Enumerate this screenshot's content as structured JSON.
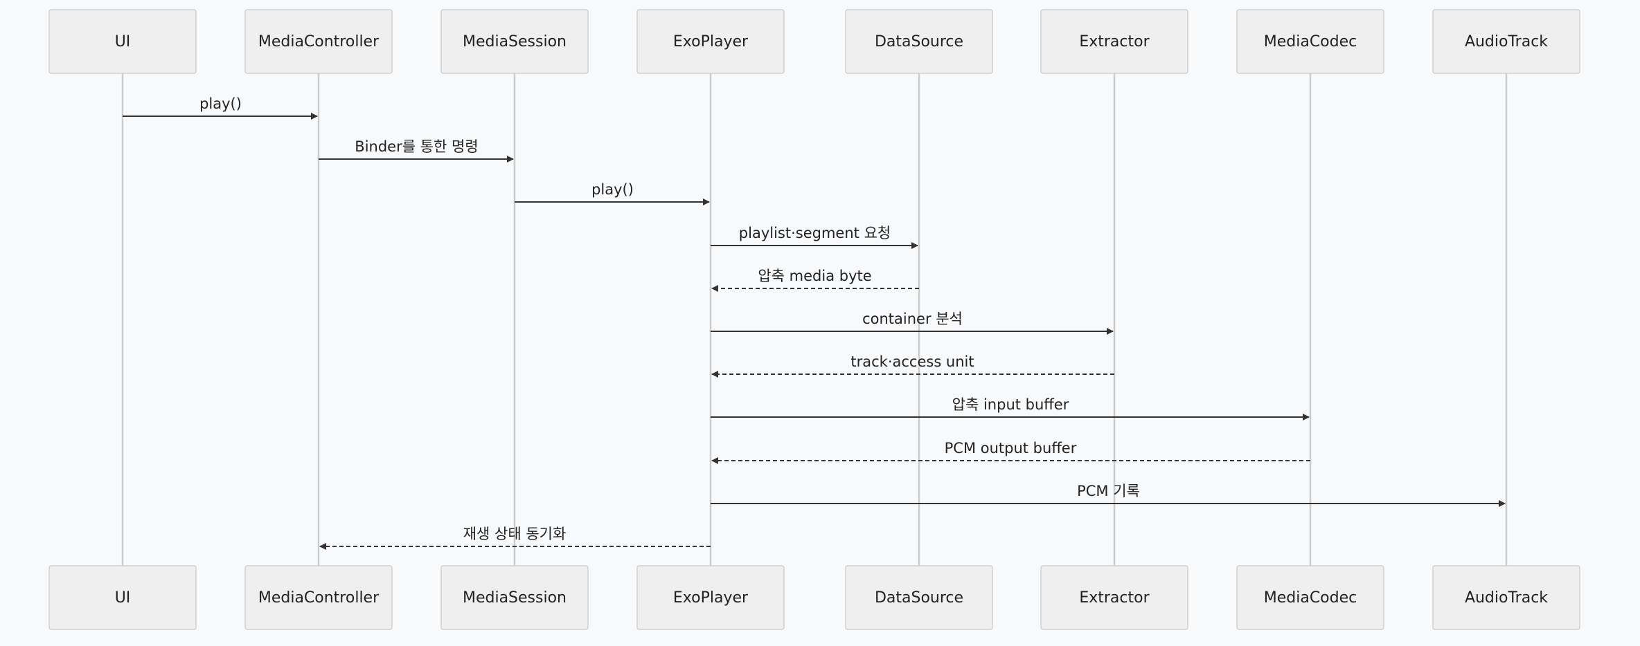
{
  "actors": [
    {
      "id": "ui",
      "label": "UI"
    },
    {
      "id": "controller",
      "label": "MediaController"
    },
    {
      "id": "session",
      "label": "MediaSession"
    },
    {
      "id": "exoplayer",
      "label": "ExoPlayer"
    },
    {
      "id": "datasource",
      "label": "DataSource"
    },
    {
      "id": "extractor",
      "label": "Extractor"
    },
    {
      "id": "codec",
      "label": "MediaCodec"
    },
    {
      "id": "audiotrack",
      "label": "AudioTrack"
    }
  ],
  "messages": [
    {
      "from": "ui",
      "to": "controller",
      "label": "play()",
      "reply": false
    },
    {
      "from": "controller",
      "to": "session",
      "label": "Binder를 통한 명령",
      "reply": false
    },
    {
      "from": "session",
      "to": "exoplayer",
      "label": "play()",
      "reply": false
    },
    {
      "from": "exoplayer",
      "to": "datasource",
      "label": "playlist·segment 요청",
      "reply": false
    },
    {
      "from": "datasource",
      "to": "exoplayer",
      "label": "압축 media byte",
      "reply": true
    },
    {
      "from": "exoplayer",
      "to": "extractor",
      "label": "container 분석",
      "reply": false
    },
    {
      "from": "extractor",
      "to": "exoplayer",
      "label": "track·access unit",
      "reply": true
    },
    {
      "from": "exoplayer",
      "to": "codec",
      "label": "압축 input buffer",
      "reply": false
    },
    {
      "from": "codec",
      "to": "exoplayer",
      "label": "PCM output buffer",
      "reply": true
    },
    {
      "from": "exoplayer",
      "to": "audiotrack",
      "label": "PCM 기록",
      "reply": false
    },
    {
      "from": "exoplayer",
      "to": "controller",
      "label": "재생 상태 동기화",
      "reply": true
    }
  ]
}
